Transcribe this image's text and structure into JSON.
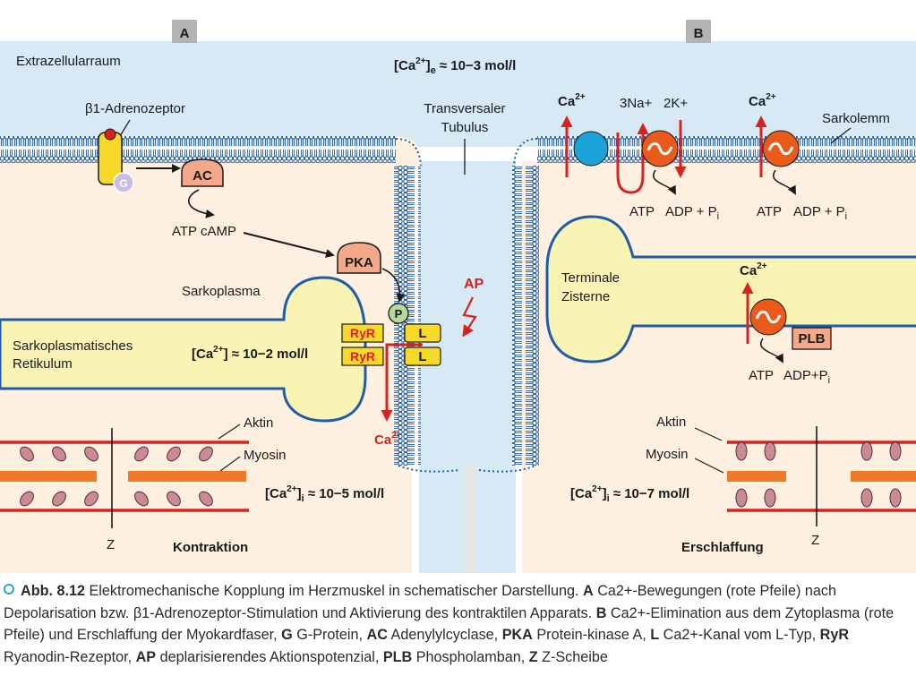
{
  "panels": {
    "a": "A",
    "b": "B"
  },
  "labels": {
    "extrazellularraum": "Extrazellularraum",
    "ca_e_value": "≈ 10−3 mol/l",
    "adrenozeptor": "β1-Adrenozeptor",
    "g": "G",
    "ac": "AC",
    "atp_camp": "ATP cAMP",
    "pka": "PKA",
    "p": "P",
    "sarkoplasma": "Sarkoplasma",
    "sr_line1": "Sarkoplasmatisches",
    "sr_line2": "Retikulum",
    "ca_sr_value": "≈ 10−2 mol/l",
    "ryr": "RyR",
    "l": "L",
    "ap": "AP",
    "tubulus_line1": "Transversaler",
    "tubulus_line2": "Tubulus",
    "ca": "Ca2+",
    "aktin": "Aktin",
    "myosin": "Myosin",
    "z": "Z",
    "ca_i_a_value": "≈ 10−5 mol/l",
    "ca_i_b_value": "≈ 10−7 mol/l",
    "kontraktion": "Kontraktion",
    "erschlaffung": "Erschlaffung",
    "na3": "3Na+",
    "k2": "2K+",
    "sarkolemm": "Sarkolemm",
    "atp": "ATP",
    "adp_pi": "ADP + Pi",
    "adp_pi_compact": "ADP+Pi",
    "terminale_line1": "Terminale",
    "terminale_line2": "Zisterne",
    "plb": "PLB"
  },
  "caption": {
    "prefix": "Abb. 8.12",
    "title": "Elektromechanische Kopplung im Herzmuskel in schematischer Darstellung.",
    "a_key": "A",
    "a_text": "Ca2+-Bewegungen (rote Pfeile) nach Depolarisation bzw. β1-Adrenozeptor-Stimulation und Aktivierung des kontraktilen Apparats.",
    "b_key": "B",
    "b_text": "Ca2+-Elimination aus dem Zytoplasma (rote Pfeile) und Erschlaffung der Myokardfaser,",
    "g_key": "G",
    "g_text": "G-Protein,",
    "ac_key": "AC",
    "ac_text": "Adenylylcyclase,",
    "pka_key": "PKA",
    "pka_text": "Protein-kinase A,",
    "l_key": "L",
    "l_text": "Ca2+-Kanal vom L-Typ,",
    "ryr_key": "RyR",
    "ryr_text": "Ryanodin-Rezeptor,",
    "ap_key": "AP",
    "ap_text": "deplarisierendes Aktionspotenzial,",
    "plb_key": "PLB",
    "plb_text": "Phospholamban,",
    "z_key": "Z",
    "z_text": "Z-Scheibe"
  },
  "colors": {
    "extracellular": "#d7e9f5",
    "cytoplasm": "#fdf0e0",
    "reticulum": "#f9f3b4",
    "membrane": "#1f5ca6",
    "red": "#d7221f",
    "orange_protein": "#f3a889",
    "pump": "#ea5a1b",
    "yellow_channel": "#f7d92a",
    "myosin_orange": "#ef7a23",
    "myosin_head": "#c98a95",
    "accent_cyan": "#2aa7c8"
  }
}
